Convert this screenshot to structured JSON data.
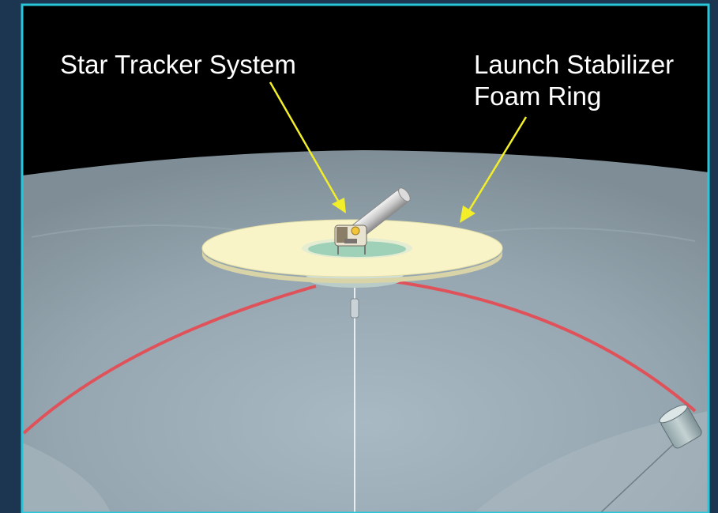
{
  "labels": {
    "star_tracker": "Star Tracker System",
    "foam_ring_line1": "Launch Stabilizer",
    "foam_ring_line2": "Foam Ring"
  },
  "colors": {
    "frame_border": "#28c6d8",
    "sky": "#000000",
    "balloon_surface": "#8e9ea6",
    "seam_line": "#e0525a",
    "callout_arrow": "#f2ee2a",
    "foam_ring": "#f8f4c8",
    "text": "#ffffff"
  }
}
